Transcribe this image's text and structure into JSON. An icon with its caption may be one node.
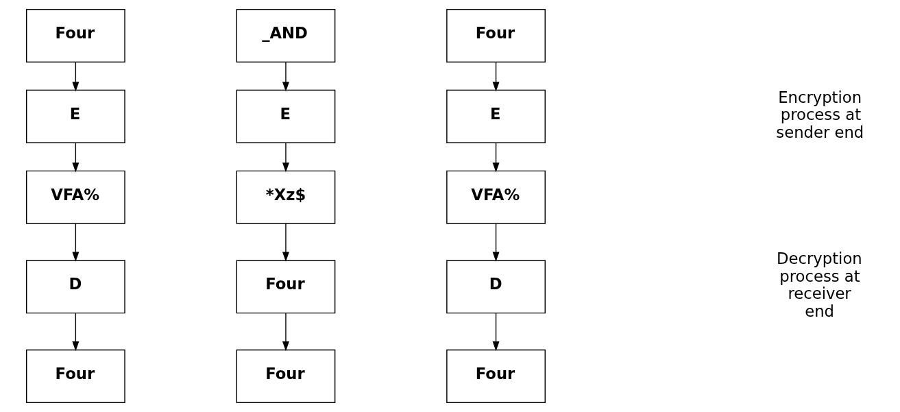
{
  "diagram": {
    "nodes": [
      {
        "text": [
          "Four"
        ]
      },
      {
        "text": [
          "E"
        ]
      },
      {
        "text": [
          "VFA%"
        ]
      },
      {
        "text": [
          "D"
        ]
      },
      {
        "text": [
          "Four"
        ]
      },
      {
        "text": [
          "_AND"
        ]
      },
      {
        "text": [
          "E"
        ]
      },
      {
        "text": [
          "*Xz$"
        ]
      },
      {
        "text": [
          "Four"
        ]
      },
      {
        "text": [
          "Four"
        ]
      },
      {
        "text": [
          "Four"
        ]
      },
      {
        "text": [
          "E"
        ]
      },
      {
        "text": [
          "VFA%"
        ]
      },
      {
        "text": [
          "D"
        ]
      },
      {
        "text": [
          "Four"
        ]
      }
    ],
    "edges": [
      {
        "from": 0,
        "to": 1,
        "arrow": "to"
      },
      {
        "from": 1,
        "to": 2,
        "arrow": "to"
      },
      {
        "from": 2,
        "to": 3,
        "arrow": "to"
      },
      {
        "from": 3,
        "to": 4,
        "arrow": "to"
      },
      {
        "from": 5,
        "to": 6,
        "arrow": "to"
      },
      {
        "from": 6,
        "to": 7,
        "arrow": "to"
      },
      {
        "from": 7,
        "to": 8,
        "arrow": "to"
      },
      {
        "from": 8,
        "to": 9,
        "arrow": "to"
      },
      {
        "from": 10,
        "to": 11,
        "arrow": "to"
      },
      {
        "from": 11,
        "to": 12,
        "arrow": "to"
      },
      {
        "from": 12,
        "to": 13,
        "arrow": "to"
      },
      {
        "from": 13,
        "to": 14,
        "arrow": "to"
      }
    ],
    "labels": [
      "Encryption process at sender end",
      "Decryption process at receiver end"
    ]
  }
}
